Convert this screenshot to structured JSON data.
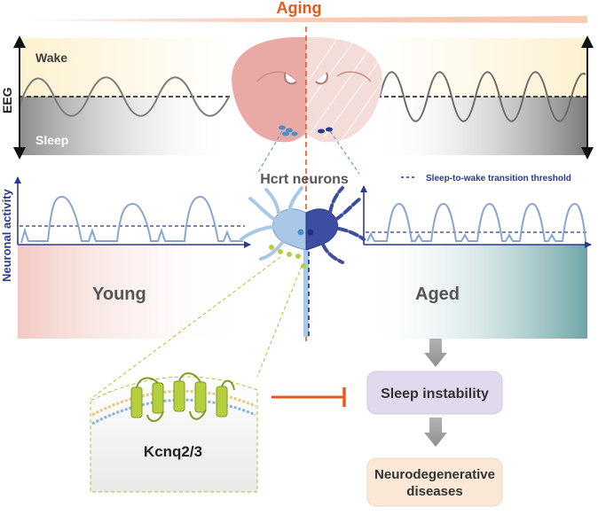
{
  "header": {
    "title": "Aging"
  },
  "eeg": {
    "axis_label": "EEG",
    "wake_label": "Wake",
    "sleep_label": "Sleep"
  },
  "center": {
    "neurons_label": "Hcrt neurons"
  },
  "activity": {
    "axis_label": "Neuronal activity",
    "threshold_label": "Sleep-to-wake transition threshold",
    "young_label": "Young",
    "aged_label": "Aged"
  },
  "channel": {
    "label": "Kcnq2/3"
  },
  "outcomes": {
    "sleep_instability": "Sleep instability",
    "neuro_line1": "Neurodegenerative",
    "neuro_line2": "diseases"
  },
  "colors": {
    "aging_orange": "#e8591a",
    "navy": "#2b3990",
    "trace_blue": "#8aa6cf",
    "wake_yellow": "#fdf1cf",
    "sleep_gray": "#9a9a9a",
    "young_pink": "#f3d2cc",
    "aged_teal": "#6ea4a6",
    "instability_lilac": "#e3d9ee",
    "neuro_peach": "#fbe8d6",
    "channel_green": "#b5cf3e",
    "connector_green": "#a6c43a"
  }
}
